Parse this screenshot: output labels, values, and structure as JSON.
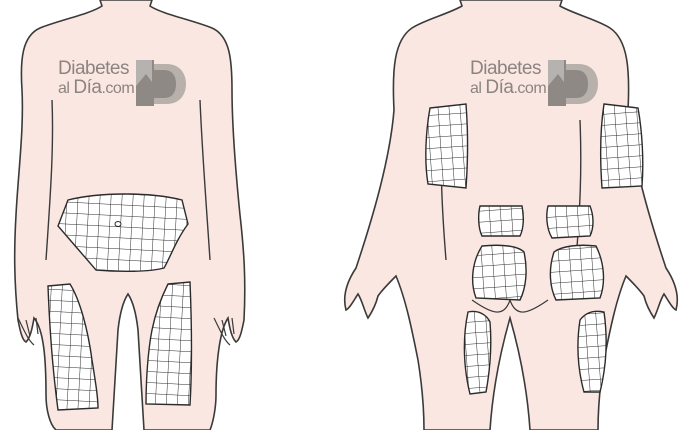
{
  "brand": {
    "line1": "Diabetes",
    "line2_prefix": "al",
    "line2_main": "Día",
    "line2_suffix": ".com",
    "text_color": "#8c8480",
    "mark_color": "#8f8985",
    "mark_light_color": "#b8b0aa"
  },
  "figures": [
    {
      "view": "front",
      "injection_zones": [
        "abdomen",
        "left-thigh",
        "right-thigh"
      ]
    },
    {
      "view": "back",
      "injection_zones": [
        "left-upper-arm",
        "right-upper-arm",
        "left-lower-back",
        "right-lower-back",
        "left-buttock",
        "right-buttock",
        "left-thigh",
        "right-thigh"
      ]
    }
  ],
  "colors": {
    "skin": "#fbe7e2",
    "outline": "#3a3a3a",
    "grid": "#2b2b2b",
    "zone_fill": "#ffffff"
  }
}
